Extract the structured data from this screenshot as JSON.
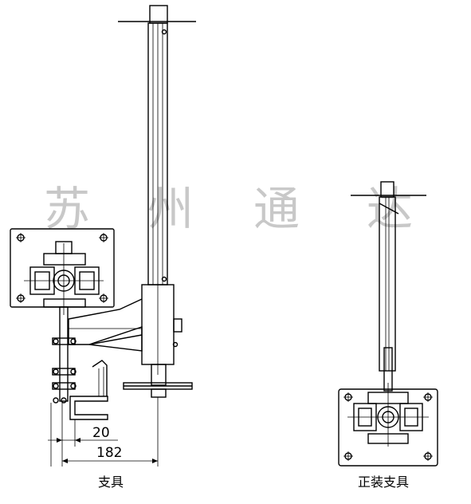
{
  "watermark": [
    "苏",
    "州",
    "通",
    "达"
  ],
  "dimensions": {
    "small": "20",
    "large": "182"
  },
  "captions": {
    "left": "支具",
    "right": "正装支具"
  }
}
